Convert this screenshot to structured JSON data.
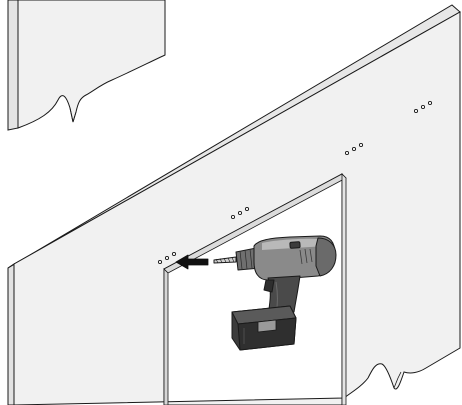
{
  "illustration": {
    "subject": "drill-screws-through-drywall-panel",
    "colors": {
      "panel_fill": "#f1f1f1",
      "panel_edge": "#e2e2e2",
      "outline": "#1a1a1a",
      "drill_body": "#8a8a8a",
      "drill_dark": "#3c3c3c",
      "drill_light": "#b9b9b9",
      "arrow": "#111111"
    },
    "icons": [
      "cordless-drill-icon",
      "arrow-left-icon",
      "screw-hole-icon"
    ],
    "screw_groups": 4,
    "holes_per_group": 3
  }
}
